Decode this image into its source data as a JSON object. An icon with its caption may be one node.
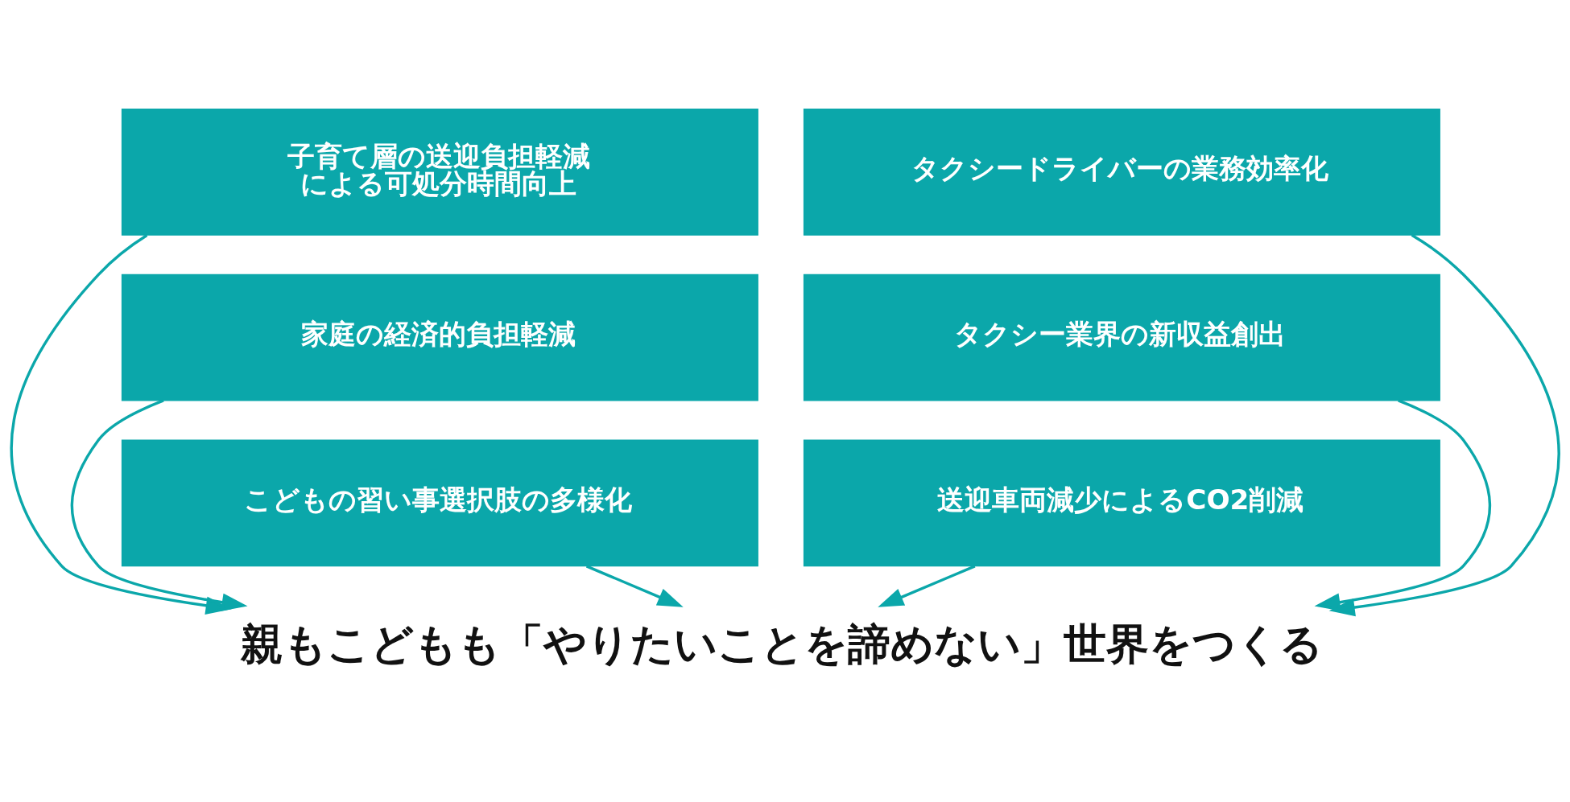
{
  "diagram": {
    "nodes": [
      {
        "text": [
          "子育て層の送迎負担軽減による可処分時間向上"
        ]
      },
      {
        "text": [
          "タクシードライバーの業務効率化"
        ]
      },
      {
        "text": [
          "家庭の経済的負担軽減"
        ]
      },
      {
        "text": [
          "タクシー業界の新収益創出"
        ]
      },
      {
        "text": [
          "こどもの習い事選択肢の多様化"
        ]
      },
      {
        "text": [
          "送迎車両減少によるCO2削減"
        ]
      },
      {
        "text": [
          "親もこどもも「やりたいことを諦めない」世界をつくる"
        ]
      }
    ],
    "edges": [
      {
        "from": 0,
        "to": 6,
        "arrow": "to"
      },
      {
        "from": 1,
        "to": 6,
        "arrow": "to"
      },
      {
        "from": 2,
        "to": 6,
        "arrow": "to"
      },
      {
        "from": 3,
        "to": 6,
        "arrow": "to"
      },
      {
        "from": 4,
        "to": 6,
        "arrow": "to"
      },
      {
        "from": 5,
        "to": 6,
        "arrow": "to"
      }
    ]
  }
}
